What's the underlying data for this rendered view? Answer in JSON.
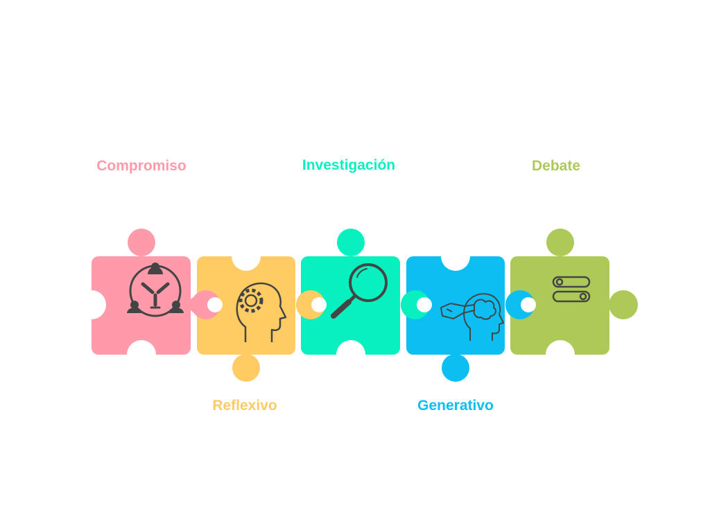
{
  "steps": [
    {
      "label": "Compromiso",
      "color": "#FF9AAB",
      "icon": "teamwork-circle-icon"
    },
    {
      "label": "Reflexivo",
      "color": "#FFCB63",
      "icon": "head-gear-icon"
    },
    {
      "label": "Investigación",
      "color": "#08F0C0",
      "icon": "magnifier-icon"
    },
    {
      "label": "Generativo",
      "color": "#0CBEF2",
      "icon": "head-brain-idea-icon"
    },
    {
      "label": "Debate",
      "color": "#ADC957",
      "icon": "toggle-switches-icon"
    }
  ]
}
